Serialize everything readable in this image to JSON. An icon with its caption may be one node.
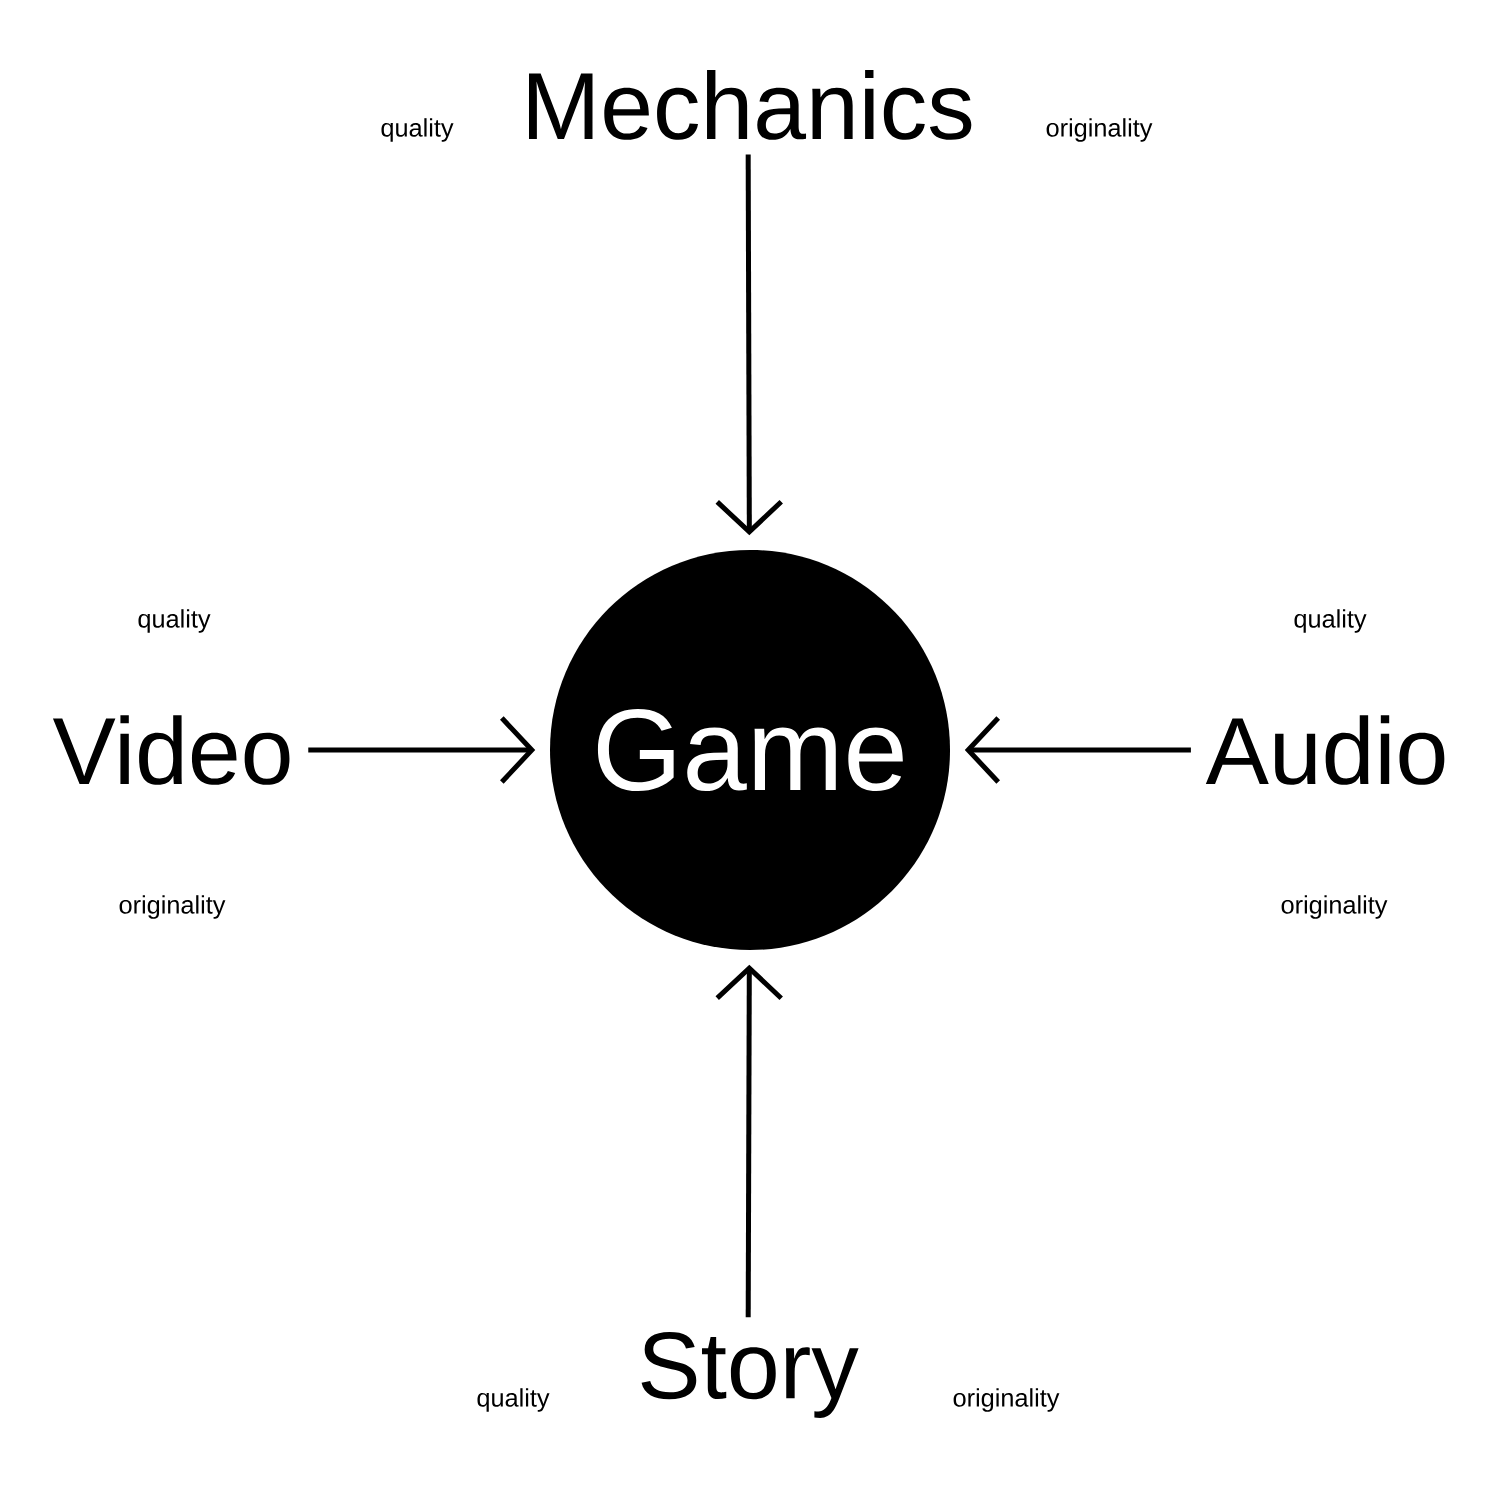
{
  "diagram": {
    "nodes": [
      {
        "text": [
          "Mechanics"
        ]
      },
      {
        "text": [
          "Video"
        ]
      },
      {
        "text": [
          "Game"
        ]
      },
      {
        "text": [
          "Audio"
        ]
      },
      {
        "text": [
          "Story"
        ]
      }
    ],
    "edges": [
      {
        "from": 0,
        "to": 2,
        "arrow": "to"
      },
      {
        "from": 1,
        "to": 2,
        "arrow": "to"
      },
      {
        "from": 3,
        "to": 2,
        "arrow": "to"
      },
      {
        "from": 4,
        "to": 2,
        "arrow": "to"
      }
    ],
    "labels": [
      "quality",
      "originality",
      "quality",
      "quality",
      "originality",
      "originality",
      "quality",
      "originality"
    ]
  }
}
